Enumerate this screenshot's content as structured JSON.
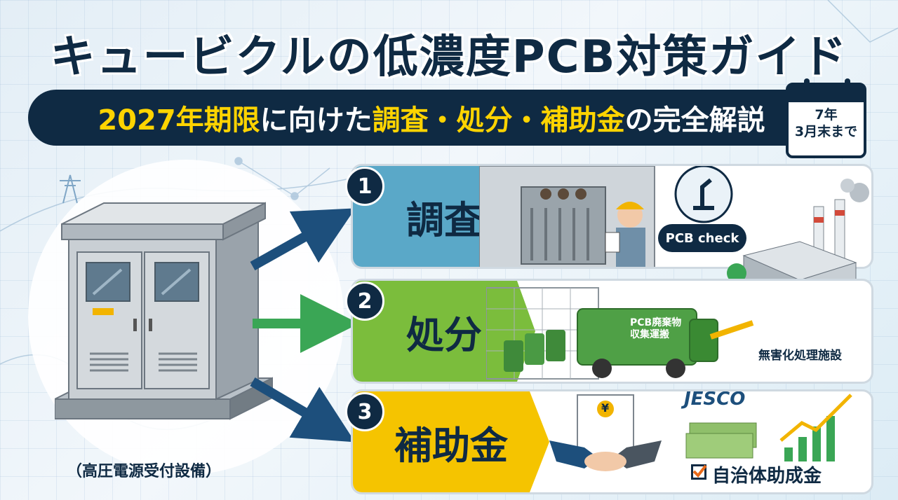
{
  "header": {
    "title": "キュービクルの低濃度PCB対策ガイド",
    "subtitle_year": "2027年期限",
    "subtitle_mid": "に向けた",
    "subtitle_topics": "調査・処分・補助金",
    "subtitle_end": "の完全解説"
  },
  "calendar": {
    "line1": "7年",
    "line2": "3月末まで"
  },
  "cubicle": {
    "caption": "（高圧電源受付設備）"
  },
  "steps": [
    {
      "number": "1",
      "label": "調査",
      "color": "#5aa8c8",
      "badge": "PCB check"
    },
    {
      "number": "2",
      "label": "処分",
      "color": "#7bbd3c",
      "truck_text": "PCB廃棄物\n収集運搬",
      "facility": "無害化処理施設"
    },
    {
      "number": "3",
      "label": "補助金",
      "color": "#f5c400",
      "org": "JESCO",
      "yen": "¥",
      "grant": "自治体助成金"
    }
  ],
  "colors": {
    "navy": "#0f2a43",
    "arrow_blue": "#1d4f7c",
    "arrow_green": "#3aa655",
    "accent_yellow": "#ffd400",
    "checkbox_orange": "#e86a1a"
  }
}
